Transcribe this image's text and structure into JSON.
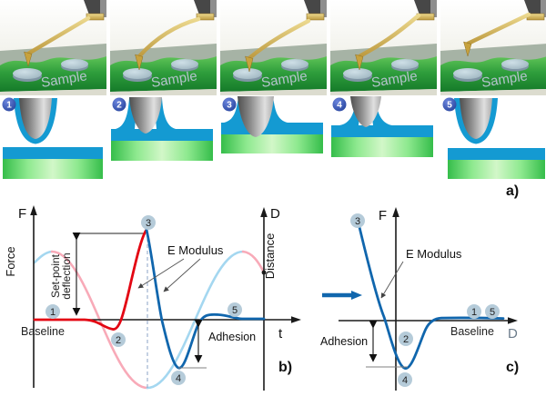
{
  "section_labels": {
    "a": "a)",
    "b": "b)",
    "c": "c)"
  },
  "colors": {
    "approach_red": "#e30613",
    "retract_blue": "#1066ad",
    "z_retract_lightblue": "#a4d7f0",
    "z_approach_pink": "#f8aab8",
    "marker_fill": "#b5cbd9",
    "stage_badge_navy": "#23409a",
    "water_layer_blue": "#149ad2",
    "sample_green": "#2f9e3c",
    "cantilever_gold": "#c9a845"
  },
  "top_section": {
    "sample_label": "Sample",
    "stages": [
      {
        "num": "1"
      },
      {
        "num": "2"
      },
      {
        "num": "3"
      },
      {
        "num": "4"
      },
      {
        "num": "5"
      }
    ]
  },
  "plot_b": {
    "y_axis_left": "F",
    "y_axis_left_name": "Force",
    "y_axis_right": "D",
    "y_axis_right_name": "Distance",
    "x_axis": "t",
    "setpoint_line1": "Set-point",
    "setpoint_line2": "deflection",
    "e_modulus": "E Modulus",
    "baseline": "Baseline",
    "adhesion": "Adhesion",
    "markers": [
      "1",
      "2",
      "3",
      "4",
      "5"
    ]
  },
  "plot_c": {
    "y_axis": "F",
    "x_axis": "D",
    "e_modulus": "E Modulus",
    "baseline": "Baseline",
    "adhesion": "Adhesion",
    "markers": [
      "1",
      "2",
      "3",
      "4",
      "5"
    ]
  }
}
